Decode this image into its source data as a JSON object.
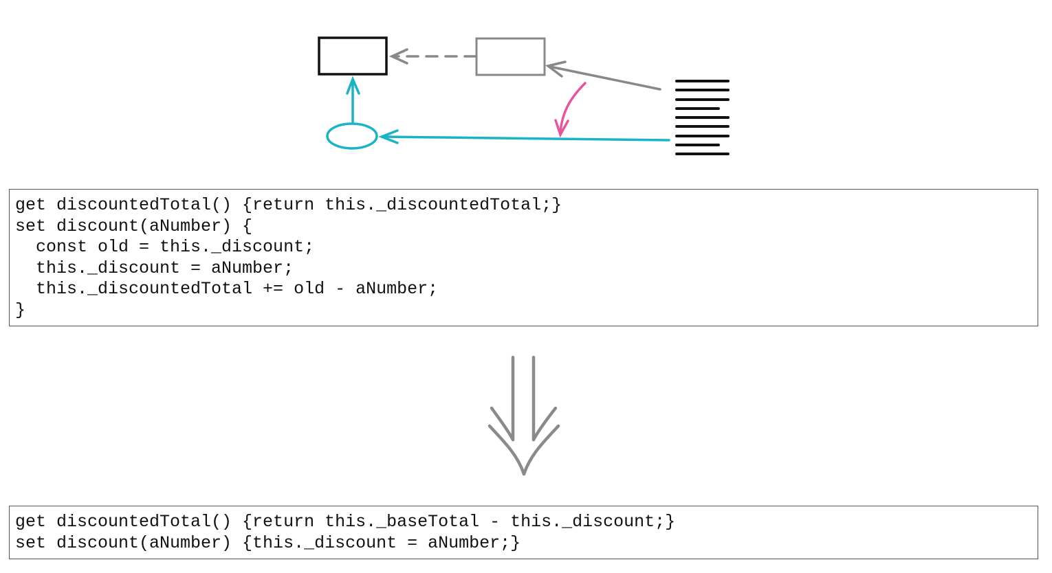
{
  "code_before": {
    "lines": [
      "get discountedTotal() {return this._discountedTotal;}",
      "set discount(aNumber) {",
      "  const old = this._discount;",
      "  this._discount = aNumber;",
      "  this._discountedTotal += old - aNumber;",
      "}"
    ]
  },
  "code_after": {
    "lines": [
      "get discountedTotal() {return this._baseTotal - this._discount;}",
      "set discount(aNumber) {this._discount = aNumber;}"
    ]
  },
  "colors": {
    "teal": "#1ab4c4",
    "pink": "#e8559a",
    "gray": "#888888",
    "black": "#111111",
    "border": "#555555"
  },
  "icons": {
    "before_diagram": "refactoring-sketch",
    "transform_arrow": "double-down-arrow"
  }
}
